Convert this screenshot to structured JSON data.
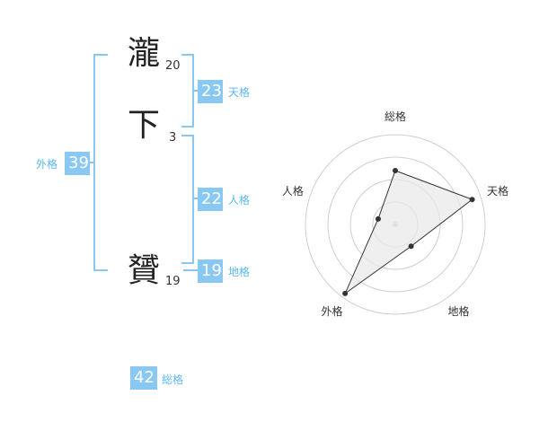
{
  "name": {
    "surname": [
      {
        "char": "瀧",
        "strokes": "20"
      },
      {
        "char": "下",
        "strokes": "3"
      }
    ],
    "given": [
      {
        "char": "贇",
        "strokes": "19"
      }
    ]
  },
  "kakusu": {
    "tenkaku": {
      "value": "23",
      "label": "天格"
    },
    "jinkaku": {
      "value": "22",
      "label": "人格"
    },
    "chikaku": {
      "value": "19",
      "label": "地格"
    },
    "gaikaku": {
      "value": "39",
      "label": "外格"
    },
    "soukaku": {
      "value": "42",
      "label": "総格"
    }
  },
  "chart_data": {
    "type": "radar",
    "axes": [
      "総格",
      "天格",
      "地格",
      "外格",
      "人格"
    ],
    "values": [
      0.6,
      0.9,
      0.3,
      0.95,
      0.2
    ],
    "range": [
      0,
      1
    ],
    "rings": 4,
    "fill_color": "#e8e8e8",
    "stroke_color": "#333333"
  },
  "colors": {
    "accent": "#8ac8f4",
    "label": "#5eb7f1"
  }
}
